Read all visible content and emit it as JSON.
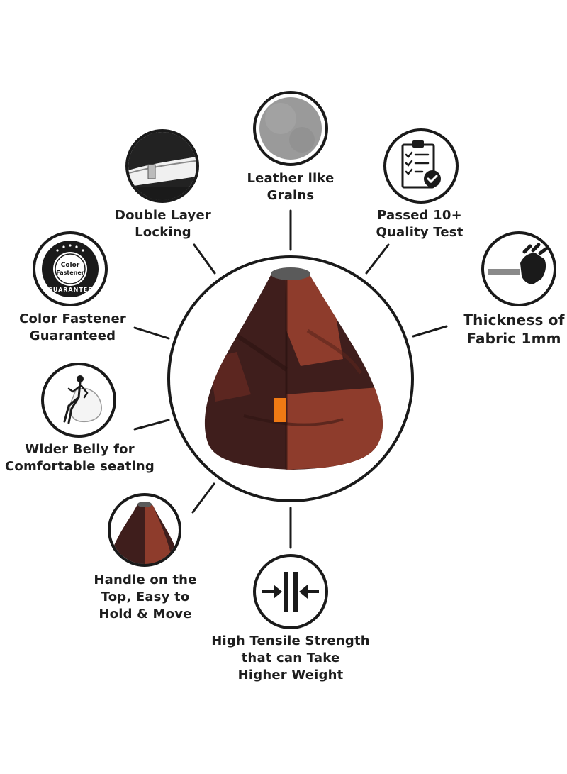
{
  "features": {
    "leather": {
      "line1": "Leather like",
      "line2": "Grains"
    },
    "double_layer": {
      "line1": "Double Layer",
      "line2": "Locking"
    },
    "quality": {
      "line1": "Passed 10+",
      "line2": "Quality Test"
    },
    "color_fastener": {
      "line1": "Color Fastener",
      "line2": "Guaranteed"
    },
    "thickness": {
      "line1": "Thickness of",
      "line2": "Fabric 1mm"
    },
    "wider_belly": {
      "line1": "Wider Belly for",
      "line2": "Comfortable seating"
    },
    "handle": {
      "line1": "Handle on the",
      "line2": "Top, Easy to",
      "line3": "Hold & Move"
    },
    "tensile": {
      "line1": "High Tensile Strength",
      "line2": "that can Take",
      "line3": "Higher Weight"
    }
  },
  "badge": {
    "top": "Color",
    "middle": "Fastener",
    "ring": "GUARANTEE"
  },
  "colors": {
    "outline": "#1a1a1a",
    "leather_dark": "#3f1e1c",
    "leather_tan": "#8e3c2c",
    "accent_tag": "#f07a14",
    "grain_gray": "#9a9a9a"
  },
  "icons": {
    "leather": "leather-grain-swatch-icon",
    "double_layer": "zipper-icon",
    "quality": "clipboard-checklist-icon",
    "color_fastener": "guarantee-badge-icon",
    "thickness": "hand-pinch-fabric-icon",
    "wider_belly": "person-sitting-beanbag-icon",
    "handle": "beanbag-top-handle-icon",
    "tensile": "compression-arrows-icon"
  }
}
